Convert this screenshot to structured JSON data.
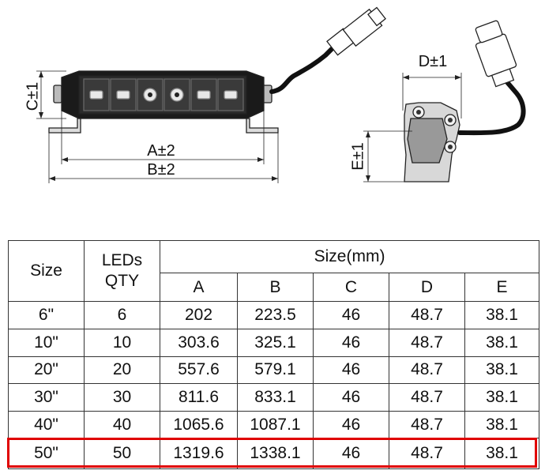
{
  "dimensions": {
    "a": "A±2",
    "b": "B±2",
    "c": "C±1",
    "d": "D±1",
    "e": "E±1"
  },
  "table": {
    "col_size": "Size",
    "col_leds_line1": "LEDs",
    "col_leds_line2": "QTY",
    "group_header": "Size(mm)",
    "sub_headers": [
      "A",
      "B",
      "C",
      "D",
      "E"
    ],
    "rows": [
      [
        "6\"",
        "6",
        "202",
        "223.5",
        "46",
        "48.7",
        "38.1"
      ],
      [
        "10\"",
        "10",
        "303.6",
        "325.1",
        "46",
        "48.7",
        "38.1"
      ],
      [
        "20\"",
        "20",
        "557.6",
        "579.1",
        "46",
        "48.7",
        "38.1"
      ],
      [
        "30\"",
        "30",
        "811.6",
        "833.1",
        "46",
        "48.7",
        "38.1"
      ],
      [
        "40\"",
        "40",
        "1065.6",
        "1087.1",
        "46",
        "48.7",
        "38.1"
      ],
      [
        "50\"",
        "50",
        "1319.6",
        "1338.1",
        "46",
        "48.7",
        "38.1"
      ]
    ],
    "highlighted_row": 5,
    "highlight_color": "#e00000"
  }
}
